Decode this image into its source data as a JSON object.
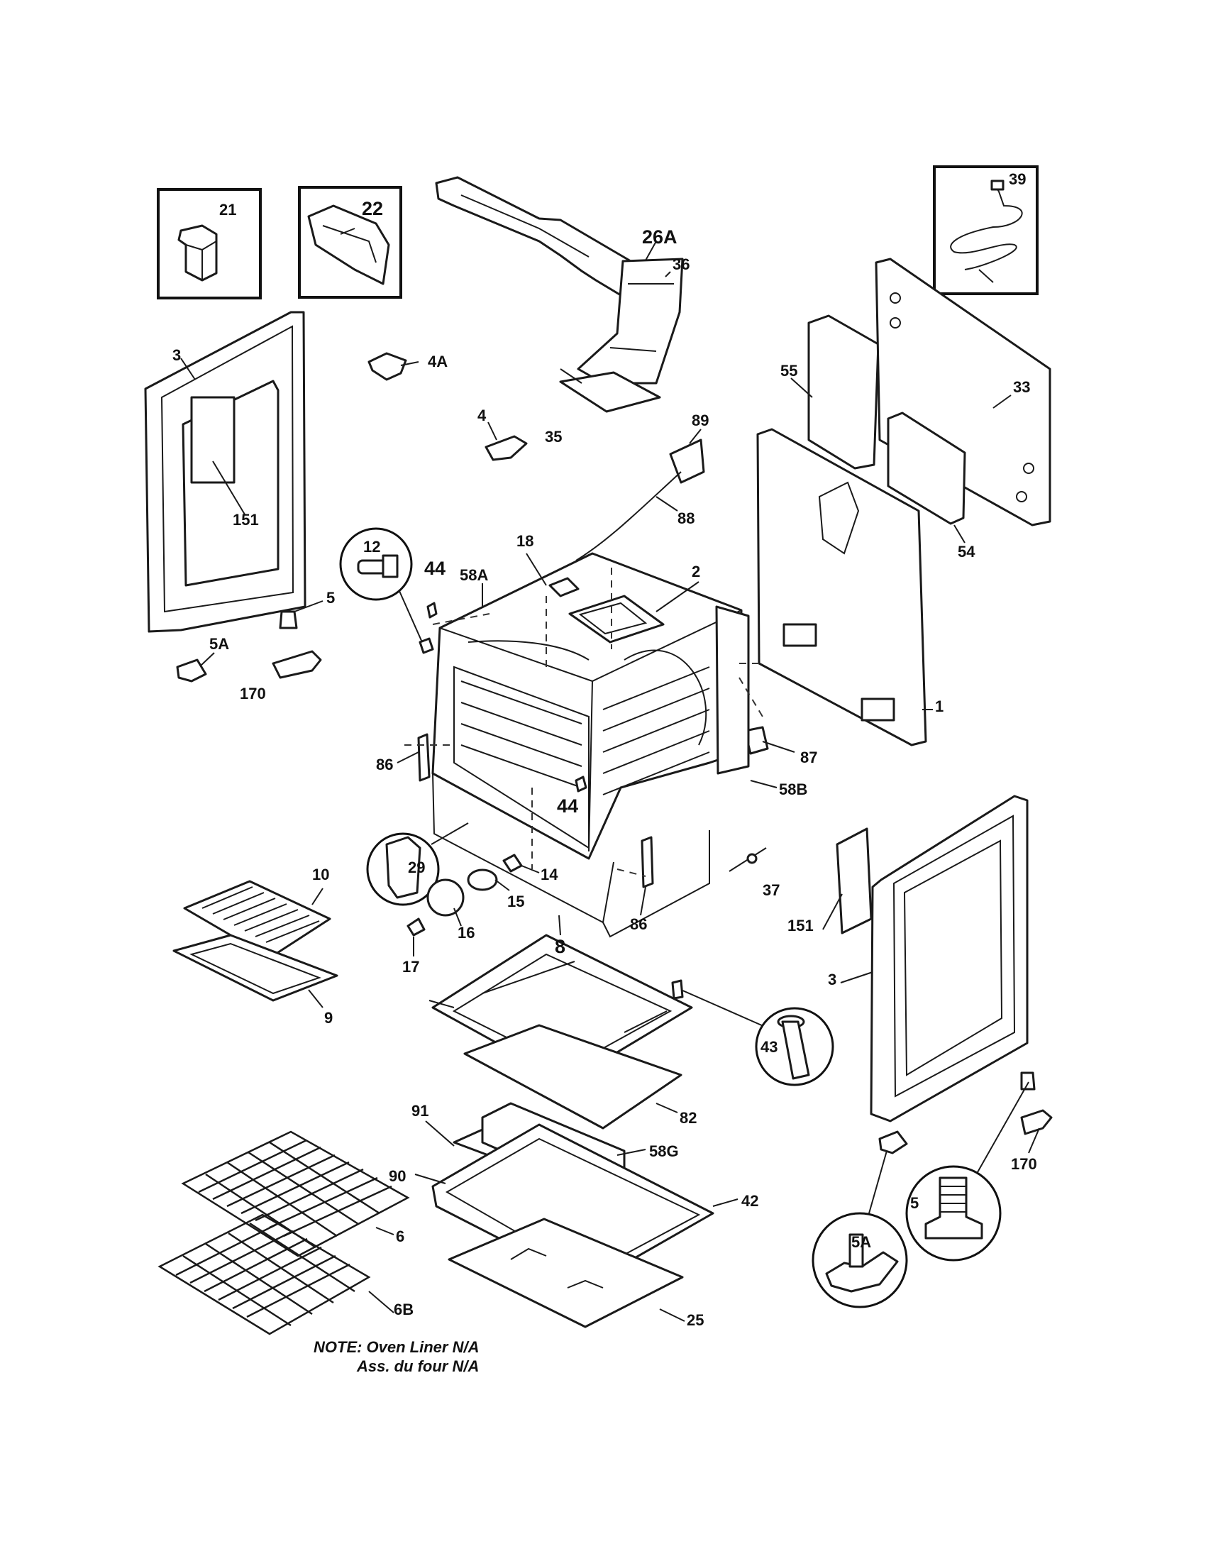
{
  "callouts": {
    "c21": "21",
    "c22": "22",
    "c26A": "26A",
    "c39": "39",
    "c3_left": "3",
    "c4A": "4A",
    "c36": "36",
    "c55": "55",
    "c33": "33",
    "c4": "4",
    "c35": "35",
    "c89": "89",
    "c151_left": "151",
    "c88": "88",
    "c54": "54",
    "c12": "12",
    "c44_top": "44",
    "c18": "18",
    "c58A": "58A",
    "c2": "2",
    "c5_left": "5",
    "c5A_left": "5A",
    "c1": "1",
    "c170_left": "170",
    "c87": "87",
    "c86_left": "86",
    "c58B": "58B",
    "c44_mid": "44",
    "c29": "29",
    "c10": "10",
    "c14": "14",
    "c15": "15",
    "c37": "37",
    "c151_right": "151",
    "c16": "16",
    "c86_right": "86",
    "c17": "17",
    "c9": "9",
    "c8": "8",
    "c3_right": "3",
    "c43": "43",
    "c82": "82",
    "c91": "91",
    "c58G": "58G",
    "c90": "90",
    "c42": "42",
    "c170_right": "170",
    "c5_right": "5",
    "c6": "6",
    "c5A_right": "5A",
    "c6B": "6B",
    "c25": "25"
  },
  "note": {
    "line1": "NOTE: Oven Liner N/A",
    "line2": "Ass. du four N/A"
  }
}
